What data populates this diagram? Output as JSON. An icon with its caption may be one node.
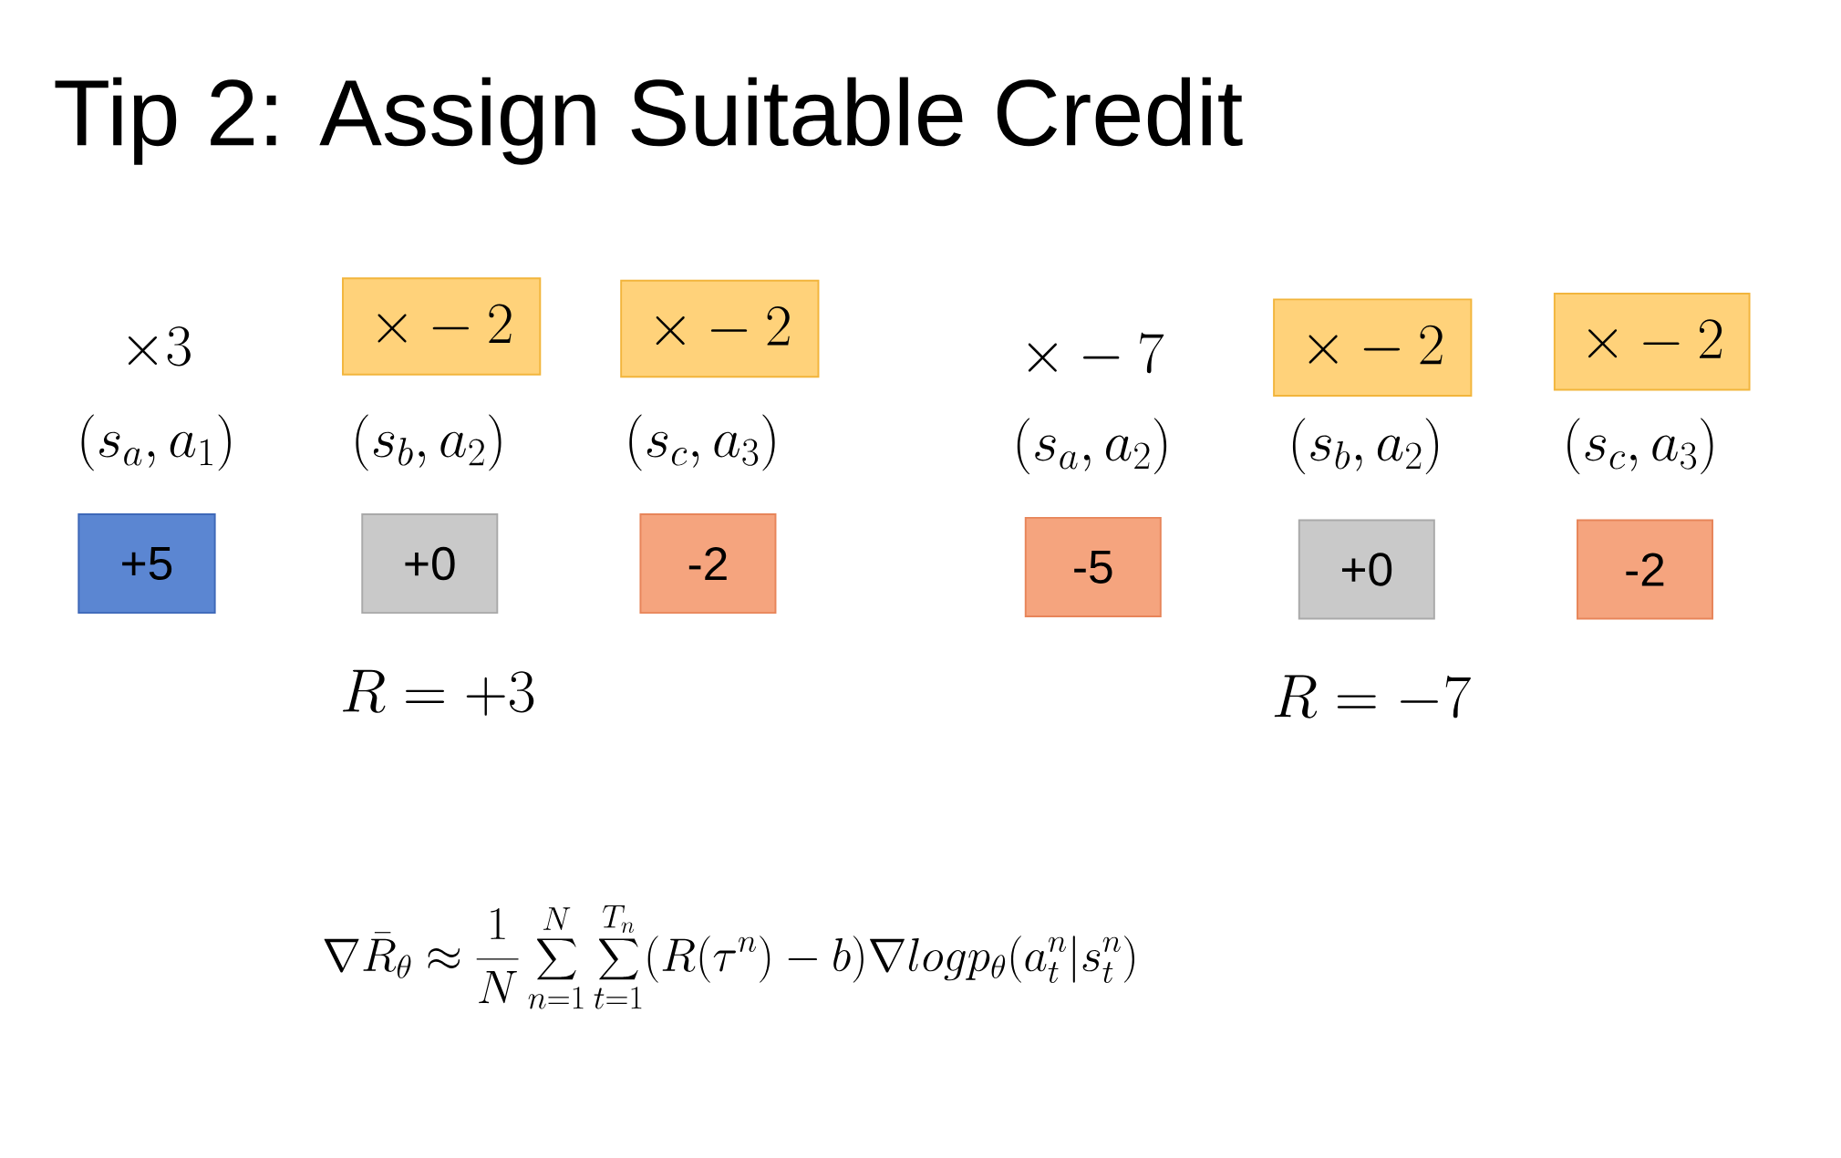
{
  "diagram": {
    "title": "Tip 2: Assign Suitable Credit",
    "nodes": [
      {
        "text": [
          "\\times -2"
        ]
      },
      {
        "text": [
          "\\times -2"
        ]
      },
      {
        "text": [
          "\\times -2"
        ]
      },
      {
        "text": [
          "\\times -2"
        ]
      },
      {
        "text": [
          "+5"
        ]
      },
      {
        "text": [
          "+0"
        ]
      },
      {
        "text": [
          "-2"
        ]
      },
      {
        "text": [
          "-5"
        ]
      },
      {
        "text": [
          "+0"
        ]
      },
      {
        "text": [
          "-2"
        ]
      }
    ],
    "labels": [
      "\\times 3",
      "\\times -7",
      "(s_a,a_1)",
      "(s_b,a_2)",
      "(s_c,a_3)",
      "(s_a,a_2)",
      "(s_b,a_2)",
      "(s_c,a_3)",
      "R = +3",
      "R = -7",
      "\\nabla \\bar{R}_\\theta \\approx \\frac{1}{N}\\sum_{n=1}^{N}\\sum_{t=1}^{T_n}(R(\\tau^n)-b)\\nabla log p_\\theta(a_t^n|s_t^n)"
    ]
  }
}
